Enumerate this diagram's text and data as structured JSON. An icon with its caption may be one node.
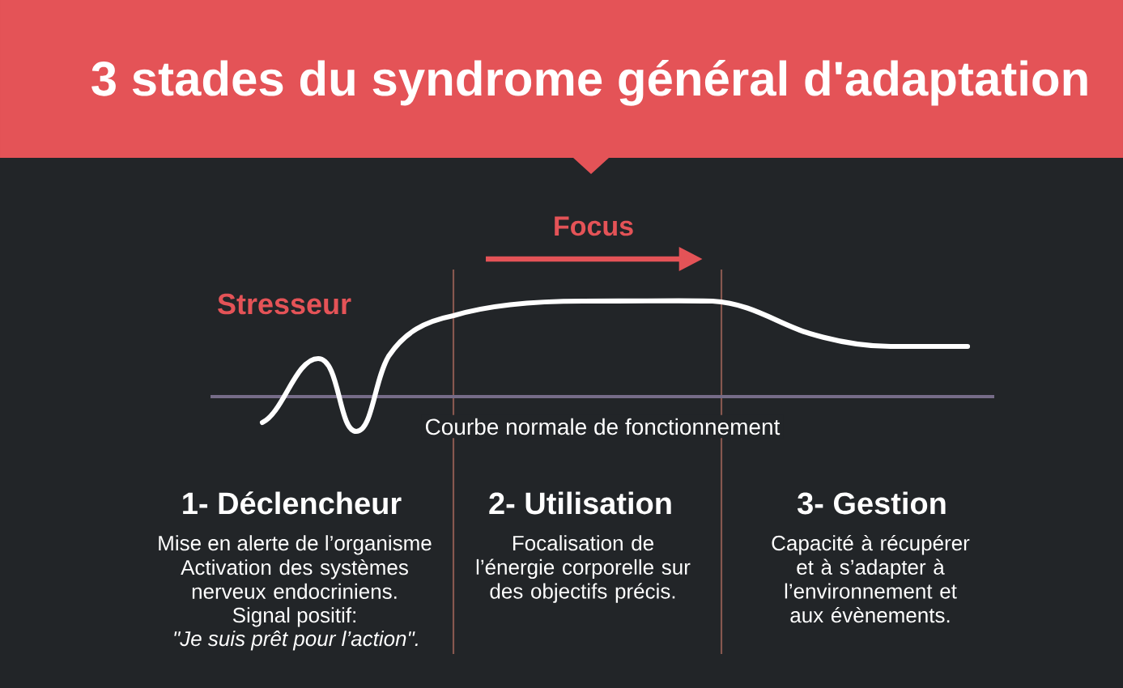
{
  "diagram": {
    "title": "3 stades du syndrome général d'adaptation",
    "labels": [
      "Focus",
      "Stresseur",
      "Courbe normale de fonctionnement",
      "1- Déclencheur",
      "Mise en alerte de l’organisme",
      "Activation des systèmes nerveux endocriniens.",
      "Signal positif:",
      "\"Je suis prêt pour l’action\".",
      "2- Utilisation",
      "Focalisation de l’énergie corporelle sur des objectifs précis.",
      "3- Gestion",
      "Capacité à récupérer et à s’adapter à l’environnement et aux évènements."
    ]
  }
}
